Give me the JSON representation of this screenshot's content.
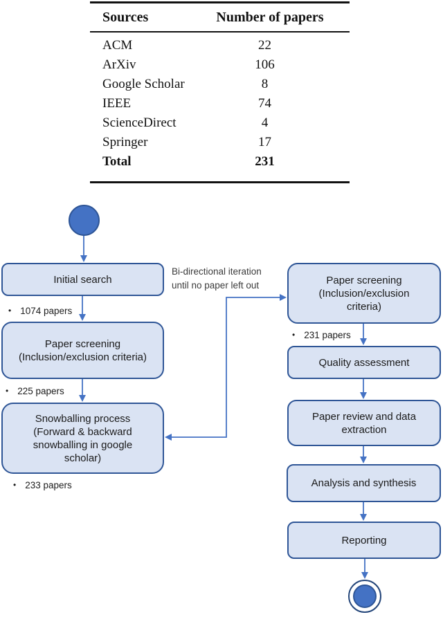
{
  "table": {
    "headers": {
      "source": "Sources",
      "count": "Number of papers"
    },
    "rows": [
      {
        "source": "ACM",
        "count": "22"
      },
      {
        "source": "ArXiv",
        "count": "106"
      },
      {
        "source": "Google Scholar",
        "count": "8"
      },
      {
        "source": "IEEE",
        "count": "74"
      },
      {
        "source": "ScienceDirect",
        "count": "4"
      },
      {
        "source": "Springer",
        "count": "17"
      }
    ],
    "total": {
      "source": "Total",
      "count": "231"
    }
  },
  "flowchart": {
    "bullet": "•",
    "left": {
      "initial_search": "Initial search",
      "initial_search_count": "1074 papers",
      "screening": [
        "Paper screening",
        "(Inclusion/exclusion criteria)"
      ],
      "screening_count": "225 papers",
      "snowballing": [
        "Snowballing process",
        "(Forward & backward",
        "snowballing in google",
        "scholar)"
      ],
      "snowballing_count": "233 papers"
    },
    "right": {
      "screening": [
        "Paper screening",
        "(Inclusion/exclusion",
        "criteria)"
      ],
      "screening_count": "231 papers",
      "quality": "Quality assessment",
      "review": [
        "Paper review and data",
        "extraction"
      ],
      "analysis": "Analysis and synthesis",
      "reporting": "Reporting"
    },
    "loop_label": [
      "Bi-directional iteration",
      "until no paper left out"
    ],
    "colors": {
      "node_fill": "#dae3f3",
      "node_border": "#2e5596",
      "arrow": "#4472c4",
      "terminal_fill": "#4472c4"
    }
  }
}
